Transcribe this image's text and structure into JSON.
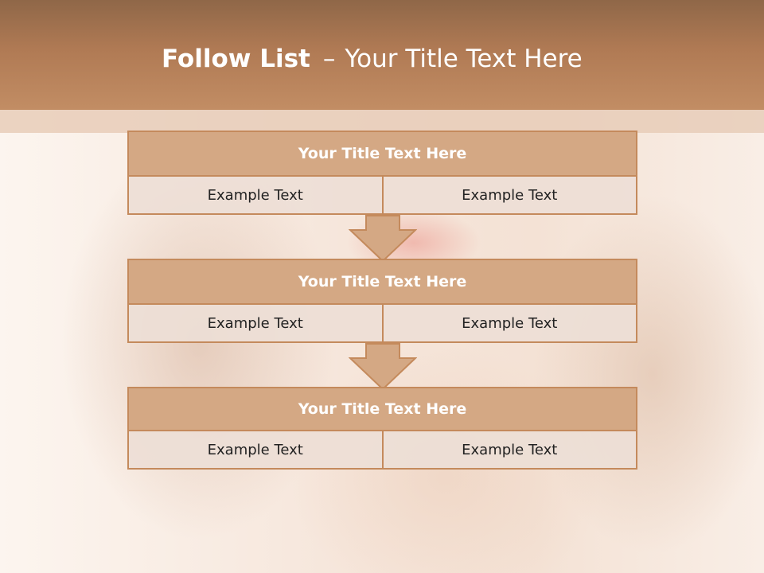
{
  "slide": {
    "title_bold": "Follow List",
    "title_dash": "–",
    "title_rest": "Your Title Text Here"
  },
  "blocks": [
    {
      "title": "Your Title Text Here",
      "left": "Example Text",
      "right": "Example Text"
    },
    {
      "title": "Your Title Text Here",
      "left": "Example Text",
      "right": "Example Text"
    },
    {
      "title": "Your Title Text Here",
      "left": "Example Text",
      "right": "Example Text"
    }
  ],
  "colors": {
    "header": "#b07a54",
    "block_title_fill": "#d4a884",
    "block_border": "#c48a5c",
    "cell_fill": "#eddcd4",
    "arrow_fill": "#d4a884"
  }
}
